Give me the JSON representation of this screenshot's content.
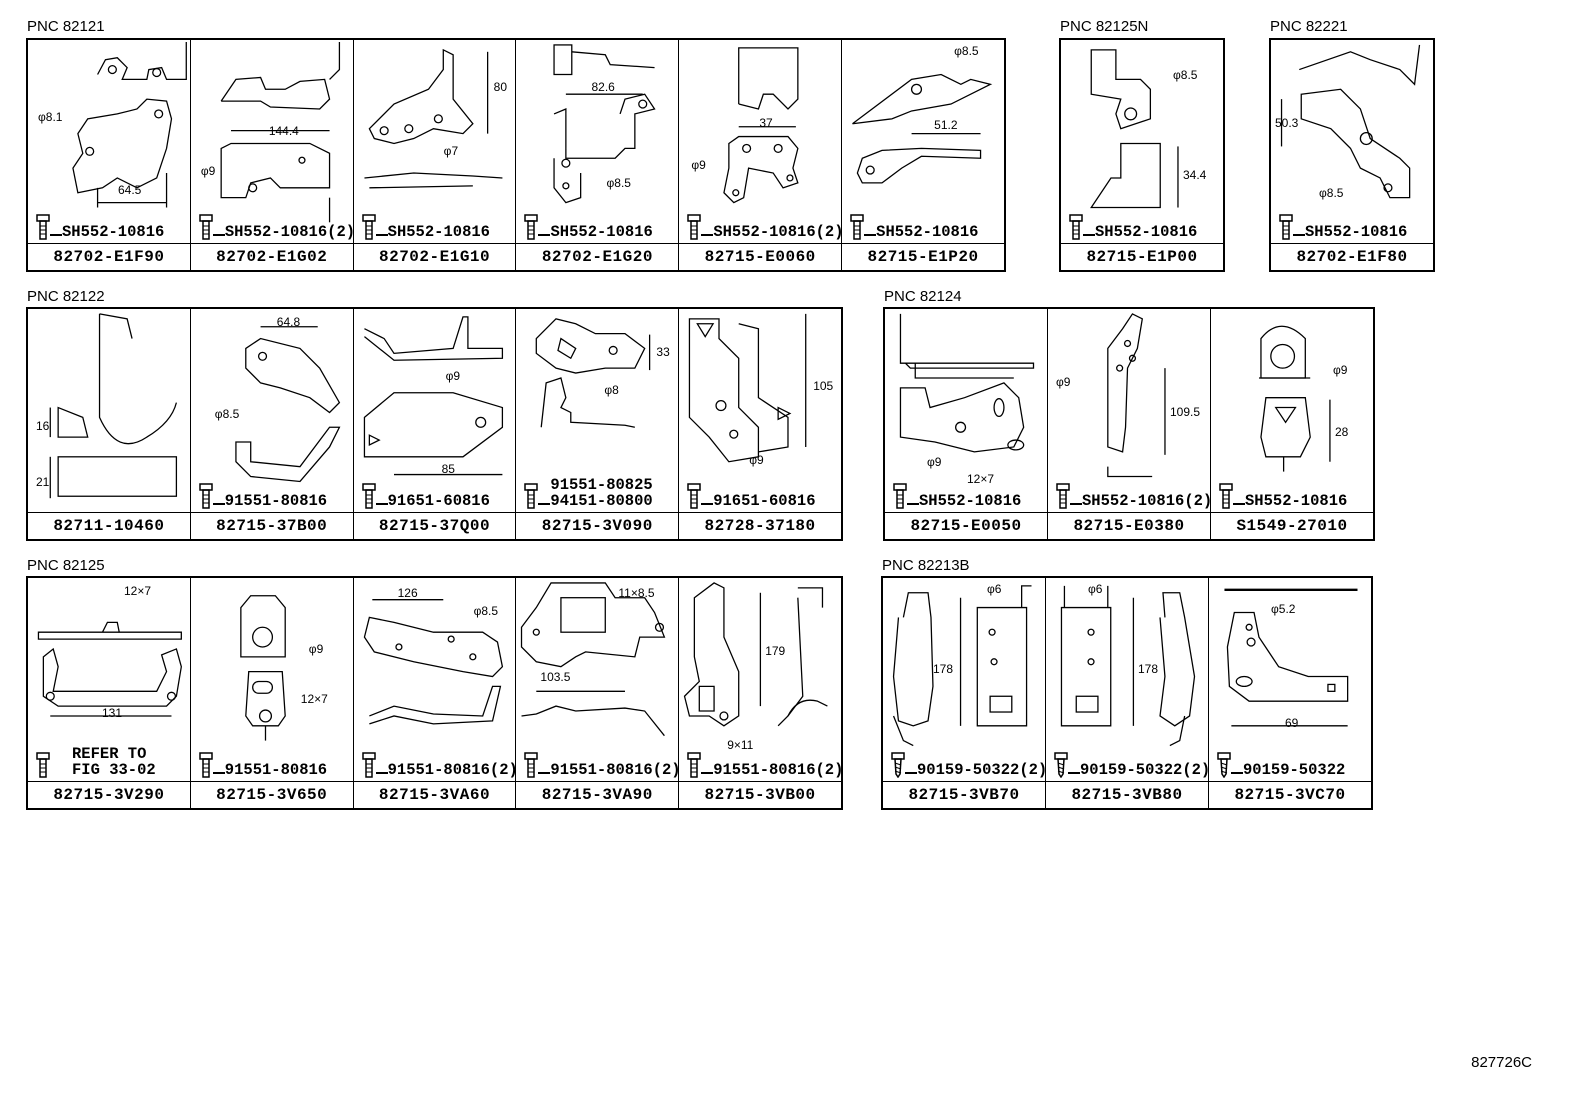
{
  "groups": [
    {
      "pnc": "PNC 82121",
      "cells": [
        {
          "part": "82702-E1F90",
          "bolt": "SH552-10816",
          "dims": [
            "φ8.1",
            "64.5"
          ]
        },
        {
          "part": "82702-E1G02",
          "bolt": "SH552-10816(2)",
          "dims": [
            "144.4",
            "φ9"
          ]
        },
        {
          "part": "82702-E1G10",
          "bolt": "SH552-10816",
          "dims": [
            "80",
            "φ7"
          ]
        },
        {
          "part": "82702-E1G20",
          "bolt": "SH552-10816",
          "dims": [
            "82.6",
            "φ8.5"
          ]
        },
        {
          "part": "82715-E0060",
          "bolt": "SH552-10816(2)",
          "dims": [
            "37",
            "φ9"
          ]
        },
        {
          "part": "82715-E1P20",
          "bolt": "SH552-10816",
          "dims": [
            "φ8.5",
            "51.2"
          ]
        }
      ]
    },
    {
      "pnc": "PNC 82125N",
      "cells": [
        {
          "part": "82715-E1P00",
          "bolt": "SH552-10816",
          "dims": [
            "φ8.5",
            "34.4"
          ]
        }
      ]
    },
    {
      "pnc": "PNC 82221",
      "cells": [
        {
          "part": "82702-E1F80",
          "bolt": "SH552-10816",
          "dims": [
            "50.3",
            "φ8.5"
          ]
        }
      ]
    },
    {
      "pnc": "PNC 82122",
      "cells": [
        {
          "part": "82711-10460",
          "bolt": "",
          "dims": [
            "16",
            "21"
          ]
        },
        {
          "part": "82715-37B00",
          "bolt": "91551-80816",
          "dims": [
            "64.8",
            "φ8.5"
          ]
        },
        {
          "part": "82715-37Q00",
          "bolt": "91651-60816",
          "dims": [
            "φ9",
            "85"
          ]
        },
        {
          "part": "82715-3V090",
          "bolt": "91551-80825",
          "bolt2": "94151-80800",
          "dims": [
            "33",
            "φ8"
          ]
        },
        {
          "part": "82728-37180",
          "bolt": "91651-60816",
          "dims": [
            "105",
            "φ9"
          ]
        }
      ]
    },
    {
      "pnc": "PNC 82124",
      "cells": [
        {
          "part": "82715-E0050",
          "bolt": "SH552-10816",
          "dims": [
            "φ9",
            "12×7"
          ]
        },
        {
          "part": "82715-E0380",
          "bolt": "SH552-10816(2)",
          "dims": [
            "φ9",
            "109.5"
          ]
        },
        {
          "part": "S1549-27010",
          "bolt": "SH552-10816",
          "dims": [
            "φ9",
            "28"
          ]
        }
      ]
    },
    {
      "pnc": "PNC 82125",
      "cells": [
        {
          "part": "82715-3V290",
          "bolt": "",
          "note": "REFER TO\nFIG 33-02",
          "dims": [
            "12×7",
            "131"
          ]
        },
        {
          "part": "82715-3V650",
          "bolt": "91551-80816",
          "dims": [
            "φ9",
            "12×7"
          ]
        },
        {
          "part": "82715-3VA60",
          "bolt": "91551-80816(2)",
          "dims": [
            "126",
            "φ8.5"
          ]
        },
        {
          "part": "82715-3VA90",
          "bolt": "91551-80816(2)",
          "dims": [
            "11×8.5",
            "103.5"
          ]
        },
        {
          "part": "82715-3VB00",
          "bolt": "91551-80816(2)",
          "dims": [
            "179",
            "9×11"
          ]
        }
      ]
    },
    {
      "pnc": "PNC 82213B",
      "cells": [
        {
          "part": "82715-3VB70",
          "bolt": "90159-50322(2)",
          "dims": [
            "φ6",
            "178"
          ]
        },
        {
          "part": "82715-3VB80",
          "bolt": "90159-50322(2)",
          "dims": [
            "φ6",
            "178"
          ]
        },
        {
          "part": "82715-3VC70",
          "bolt": "90159-50322",
          "dims": [
            "φ5.2",
            "69"
          ]
        }
      ]
    }
  ],
  "footer_code": "827726C",
  "icons": {
    "bolt": "bolt-icon",
    "screw": "screw-icon"
  }
}
